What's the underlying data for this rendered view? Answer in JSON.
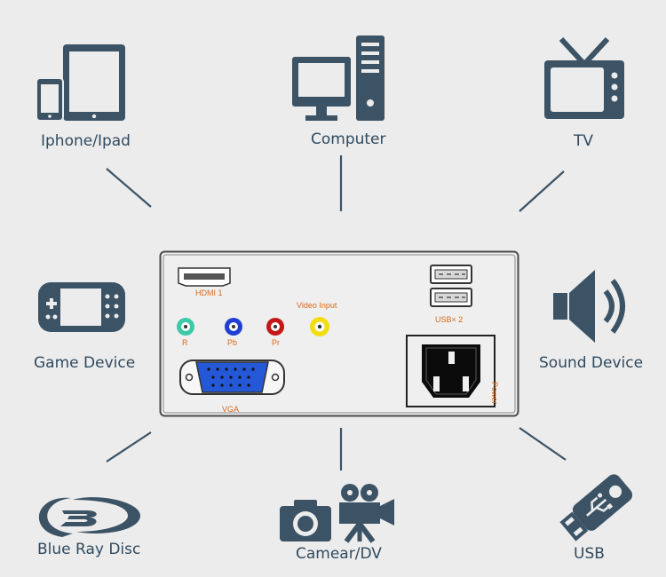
{
  "devices": {
    "iphone_ipad": "Iphone/Ipad",
    "computer": "Computer",
    "tv": "TV",
    "game_device": "Game Device",
    "sound_device": "Sound Device",
    "blu_ray": "Blue Ray Disc",
    "camera_dv": "Camear/DV",
    "usb": "USB"
  },
  "panel": {
    "hdmi": "HDMI 1",
    "video_input": "Video Input",
    "r": "R",
    "pb": "Pb",
    "pr": "Pr",
    "vga": "VGA",
    "usb": "USB× 2",
    "power": "Power"
  },
  "colors": {
    "icon": "#3c5366",
    "label": "#2f4a60",
    "panel_text": "#d9691a",
    "r_port": "#3cc9a6",
    "pb_port": "#1e3fd1",
    "pr_port": "#c41818",
    "video_port": "#f2dd12",
    "vga_port": "#2458d6"
  },
  "icons": [
    "tablet-phone-icon",
    "computer-icon",
    "tv-icon",
    "gamepad-icon",
    "speaker-icon",
    "blu-ray-icon",
    "camera-icon",
    "video-camera-icon",
    "usb-stick-icon"
  ]
}
